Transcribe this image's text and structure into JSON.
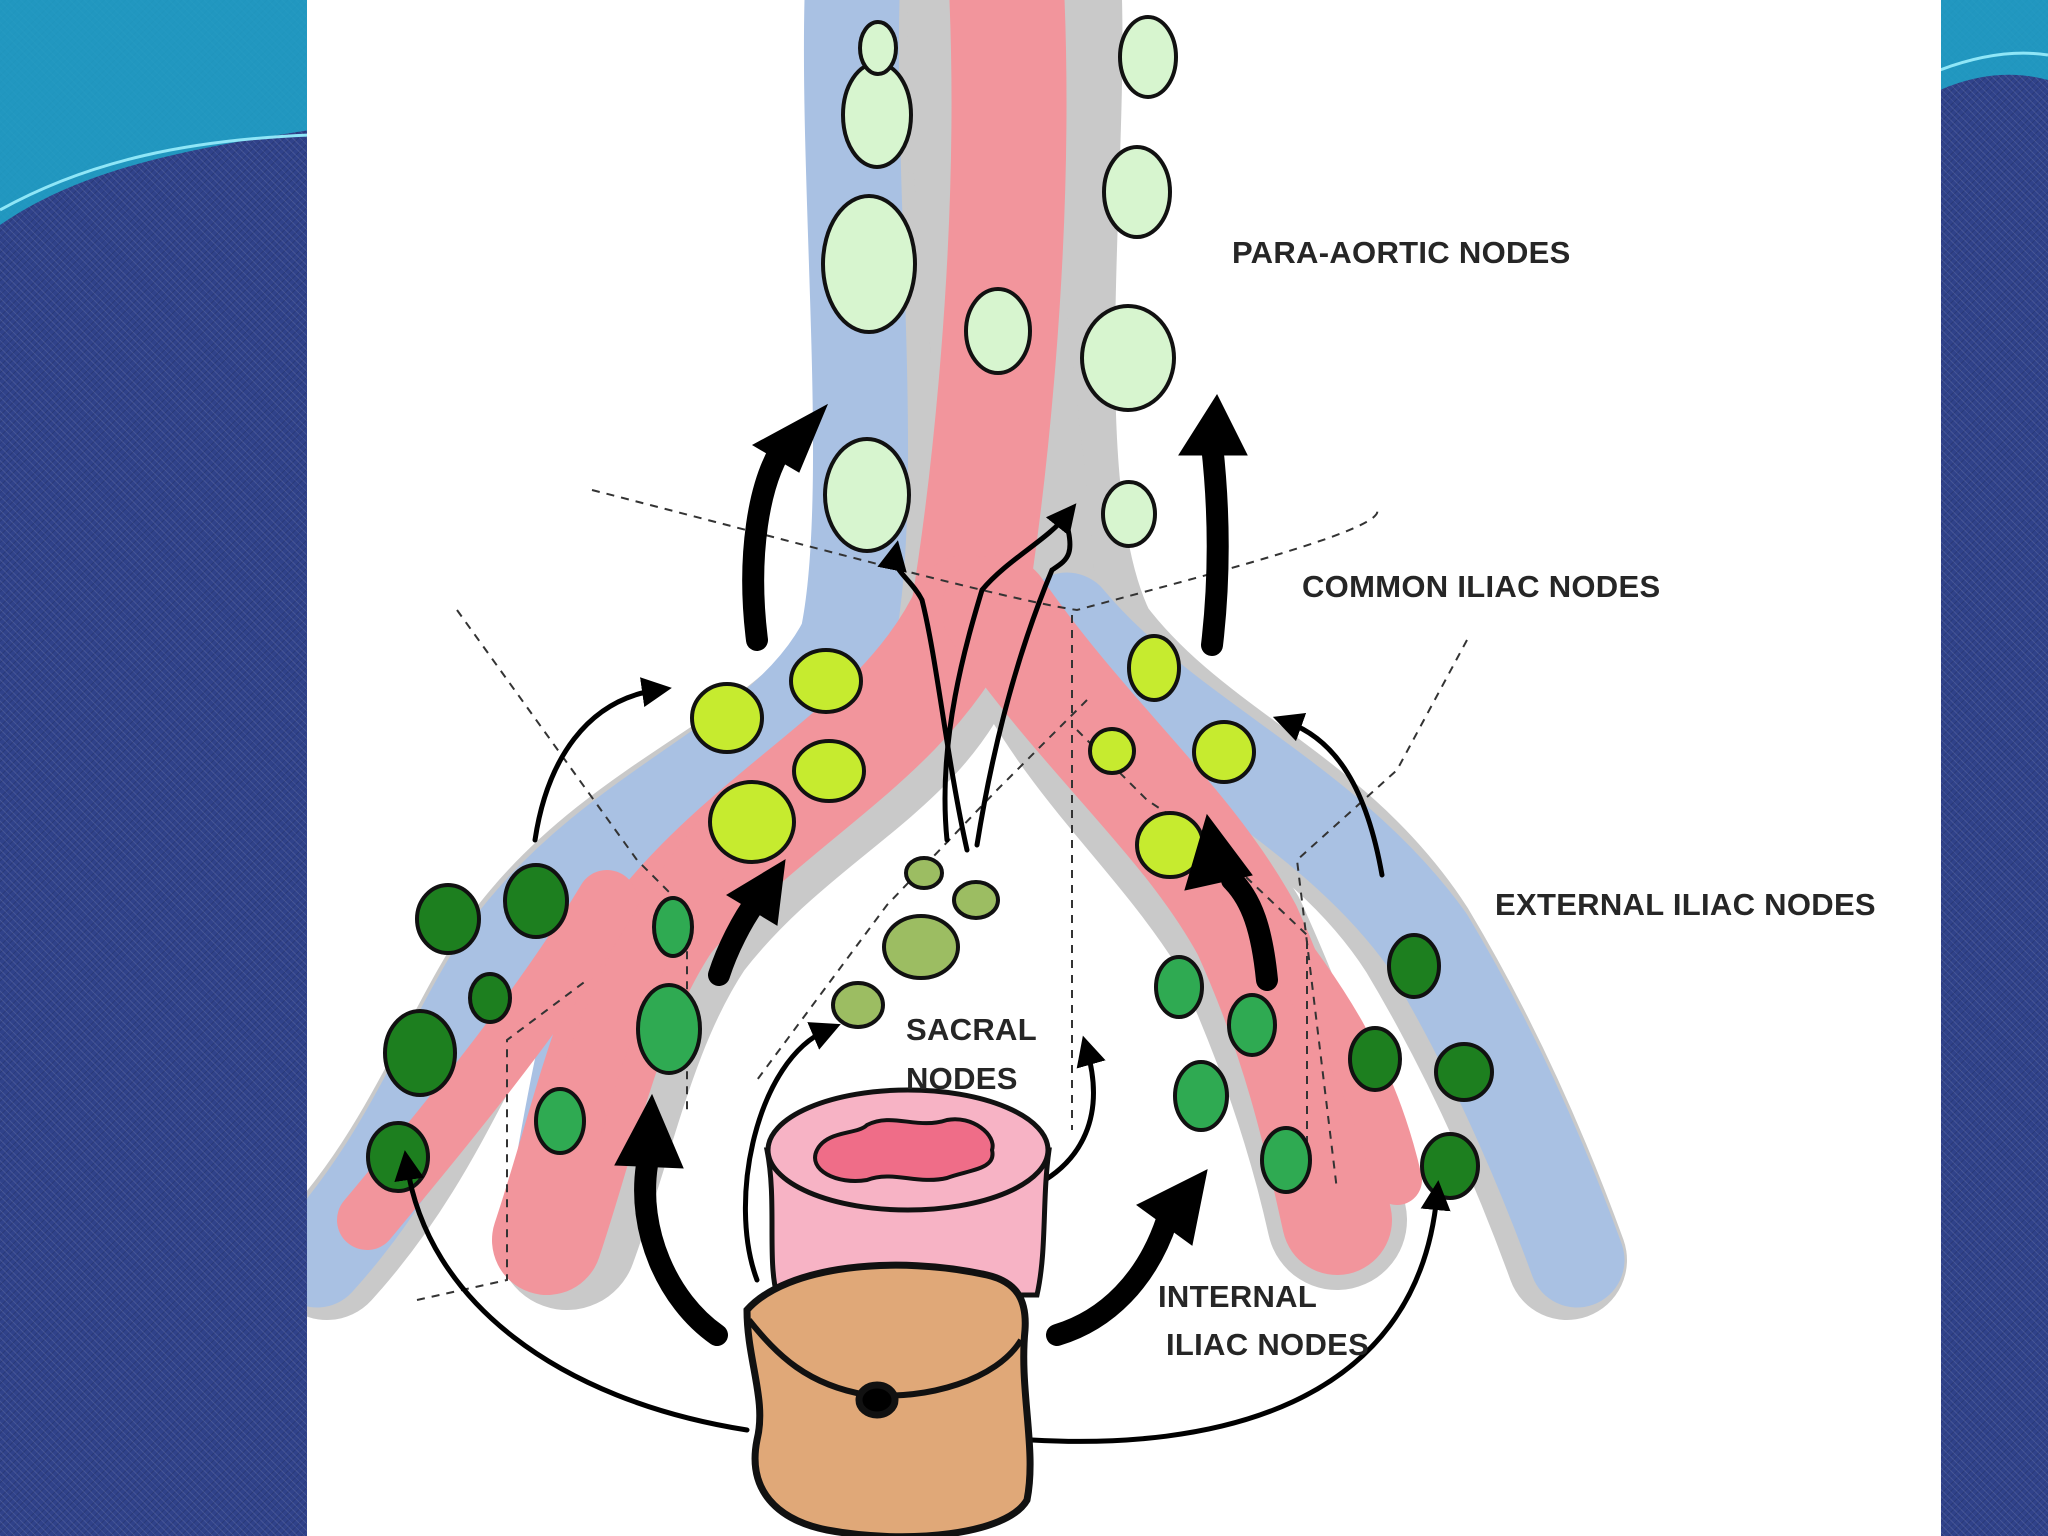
{
  "colors": {
    "artery": "#f2959c",
    "vein": "#a9c1e3",
    "vessel_outline": "#c9c9c9",
    "para_aortic_node": "#d7f5cf",
    "common_iliac_node": "#c6eb2f",
    "external_iliac_node": "#1d7f1f",
    "internal_iliac_node": "#2faa52",
    "sacral_node": "#9cbd62",
    "rectum_outer": "#f7b3c5",
    "rectum_inner": "#ef6d88",
    "anal_region": "#e0a878",
    "background": "#2e3f86"
  },
  "labels": {
    "para_aortic": "PARA-AORTIC NODES",
    "common_iliac": "COMMON ILIAC NODES",
    "external_iliac": "EXTERNAL ILIAC NODES",
    "sacral_line1": "SACRAL",
    "sacral_line2": "NODES",
    "internal_line1": "INTERNAL",
    "internal_line2": "ILIAC NODES"
  }
}
